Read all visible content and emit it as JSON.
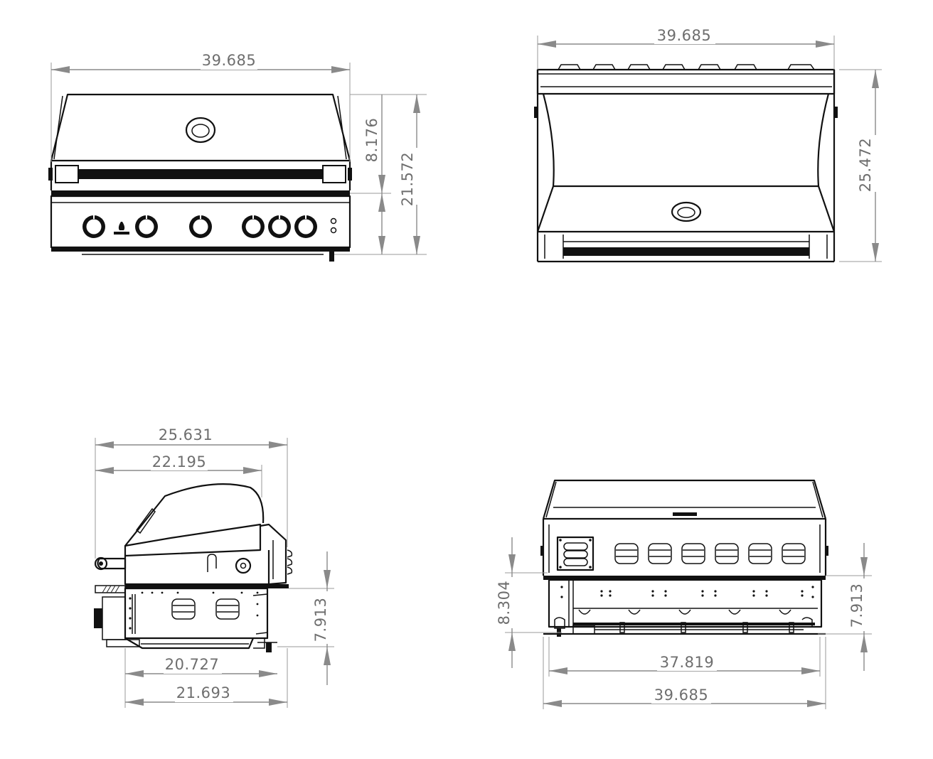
{
  "views": {
    "front": {
      "width_label": "39.685",
      "lid_height_label": "8.176",
      "total_height_label": "21.572"
    },
    "top": {
      "width_label": "39.685",
      "depth_label": "25.472"
    },
    "side": {
      "overall_depth_label": "25.631",
      "hood_depth_label": "22.195",
      "body_height_label": "7.913",
      "base_depth_label": "20.727",
      "cutout_depth_label": "21.693"
    },
    "rear": {
      "body_height_label": "8.304",
      "right_height_label": "7.913",
      "inner_width_label": "37.819",
      "overall_width_label": "39.685"
    }
  }
}
